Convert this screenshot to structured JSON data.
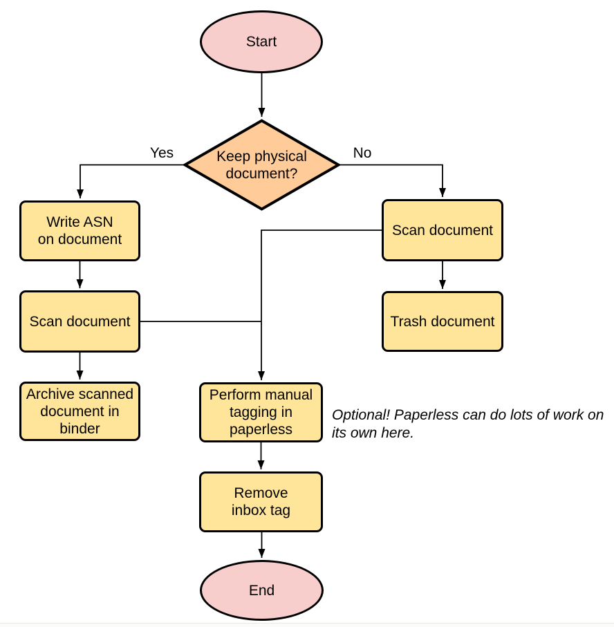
{
  "flowchart": {
    "nodes": {
      "start": "Start",
      "decision": "Keep physical\ndocument?",
      "write_asn": "Write ASN\non document",
      "scan_left": "Scan document",
      "archive": "Archive scanned\ndocument in\nbinder",
      "scan_right": "Scan document",
      "trash": "Trash document",
      "tagging": "Perform manual\ntagging in\npaperless",
      "remove_inbox": "Remove\ninbox tag",
      "end": "End"
    },
    "edge_labels": {
      "yes": "Yes",
      "no": "No"
    },
    "note": "Optional! Paperless can do lots of work on\nits own here.",
    "colors": {
      "terminator_fill": "#f8cecc",
      "decision_fill": "#ffcc99",
      "process_fill": "#ffe599",
      "stroke": "#000000"
    }
  }
}
